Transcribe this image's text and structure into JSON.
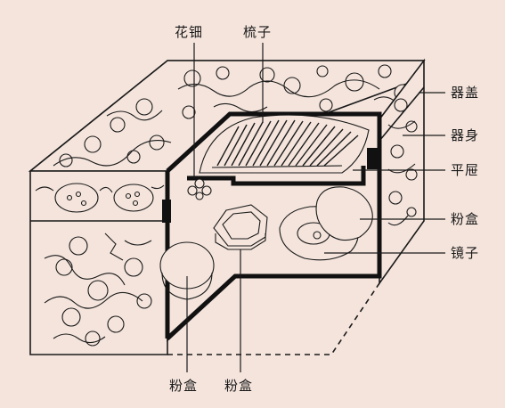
{
  "diagram": {
    "labels": {
      "flower_knob": "花钿",
      "comb": "梳子",
      "lid": "器盖",
      "body": "器身",
      "tray": "平屉",
      "powder_box_right": "粉盒",
      "mirror": "镜子",
      "powder_box_bottom_left": "粉盒",
      "powder_box_bottom_right": "粉盒"
    }
  },
  "colors": {
    "background": "#f4e4dc",
    "ink": "#1a1a1a"
  }
}
